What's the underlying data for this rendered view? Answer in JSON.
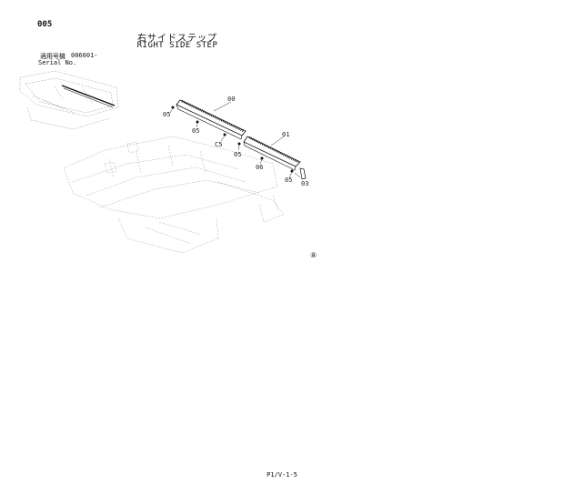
{
  "header": {
    "page_no": "005",
    "title_jp": "右サイドステップ",
    "title_en": "RIGHT SIDE STEP",
    "serial_label_jp": "適用号機",
    "serial_value": "006001-",
    "serial_label_en": "Serial No."
  },
  "callouts": {
    "c00": "00",
    "c01": "01",
    "c03": "03",
    "c05a": "05",
    "c05b": "05",
    "c05c": "C5",
    "c05d": "05",
    "c06": "06",
    "c05e": "05"
  },
  "marker": "⑧",
  "footer": "P1/V-1-5"
}
